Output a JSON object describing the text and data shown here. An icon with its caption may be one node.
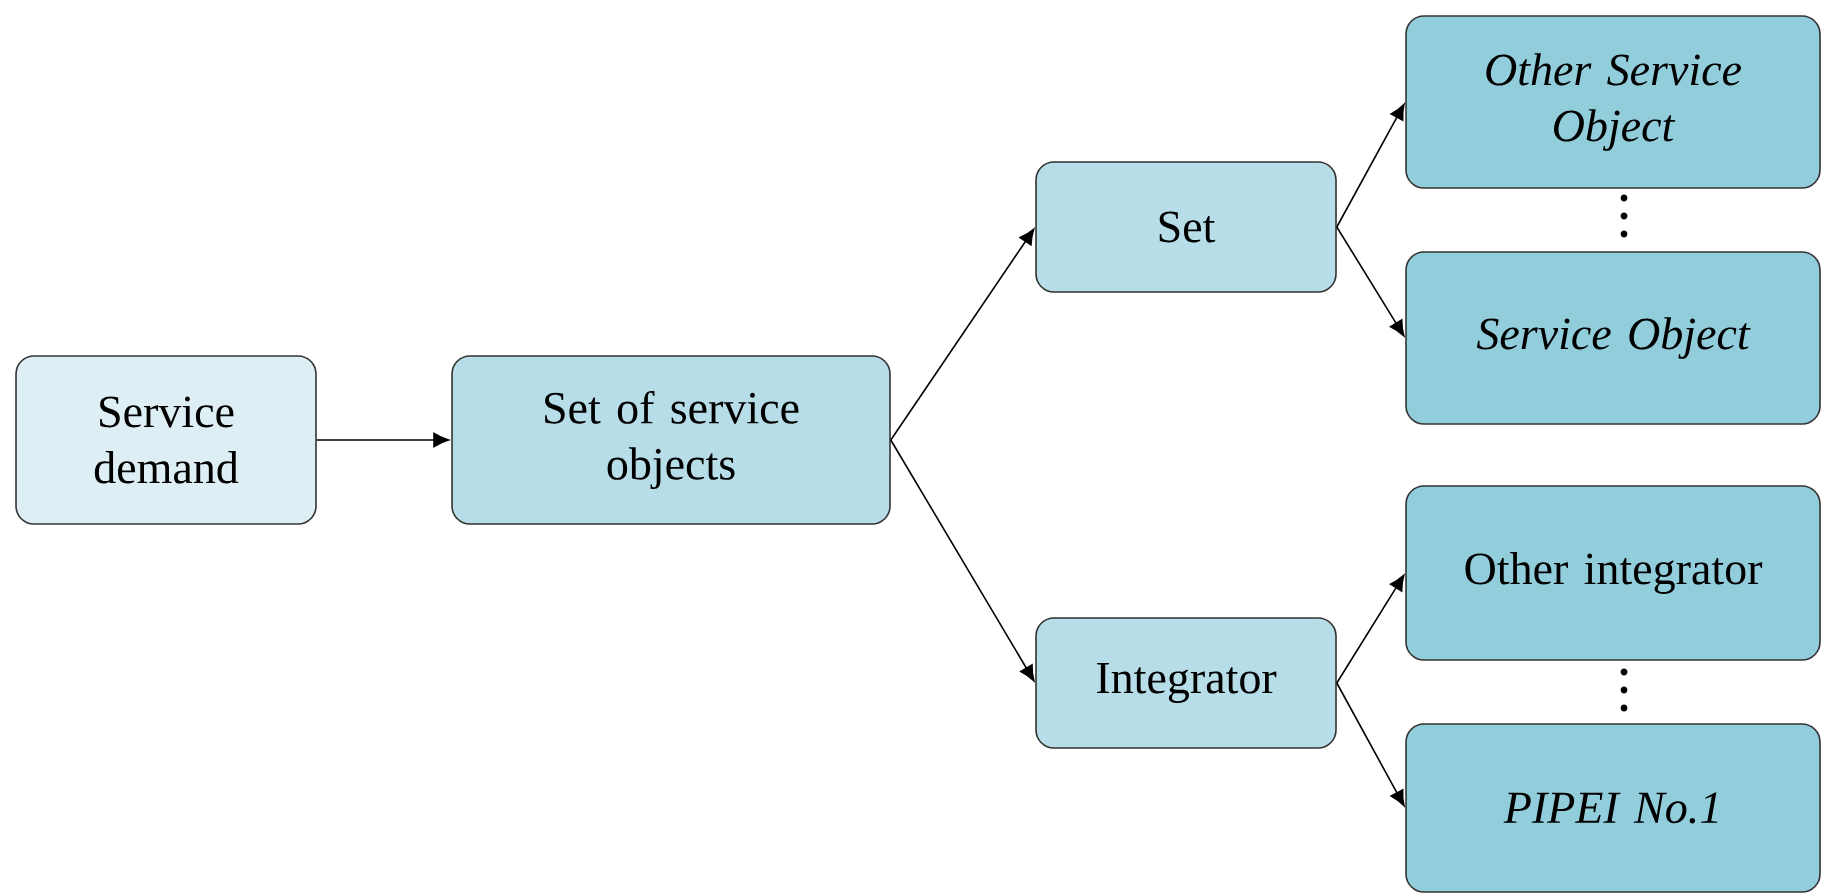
{
  "diagram": {
    "nodes": [
      {
        "text": [
          "Service demand"
        ]
      },
      {
        "text": [
          "Set of service objects"
        ]
      },
      {
        "text": [
          "Set"
        ]
      },
      {
        "text": [
          "Integrator"
        ]
      },
      {
        "text": [
          "Other Service Object"
        ]
      },
      {
        "text": [
          "Service Object"
        ]
      },
      {
        "text": [
          "Other integrator"
        ]
      },
      {
        "text": [
          "PIPEI No.1"
        ]
      }
    ],
    "edges": [
      {
        "from": 0,
        "to": 1,
        "arrow": "to"
      },
      {
        "from": 1,
        "to": 2,
        "arrow": "to"
      },
      {
        "from": 1,
        "to": 3,
        "arrow": "to"
      },
      {
        "from": 2,
        "to": 4,
        "arrow": "to"
      },
      {
        "from": 2,
        "to": 5,
        "arrow": "to"
      },
      {
        "from": 3,
        "to": 6,
        "arrow": "to"
      },
      {
        "from": 3,
        "to": 7,
        "arrow": "to"
      }
    ]
  }
}
